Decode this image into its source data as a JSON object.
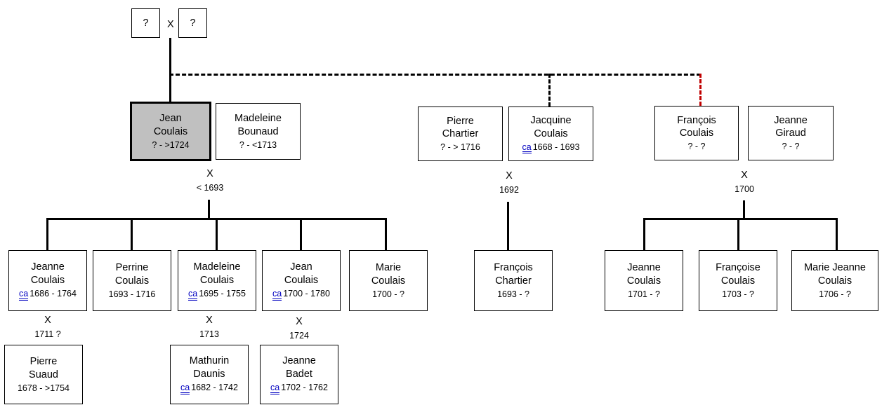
{
  "diagram": {
    "title": "Coulais family genealogy tree",
    "colors": {
      "highlight_fill": "#c0c0c0",
      "line": "#000000",
      "red_link": "#c00000",
      "ca_marker": "#0000c0"
    },
    "unknown_parents": {
      "father_label": "?",
      "union_symbol": "X",
      "mother_label": "?"
    },
    "generation2": {
      "jean": {
        "name_line1": "Jean",
        "name_line2": "Coulais",
        "dates": "? - >1724",
        "highlighted": true
      },
      "madeleine_bounaud": {
        "name_line1": "Madeleine",
        "name_line2": "Bounaud",
        "dates": "? - <1713"
      },
      "jean_marriage": {
        "symbol": "X",
        "year": "< 1693"
      },
      "pierre_chartier": {
        "name_line1": "Pierre",
        "name_line2": "Chartier",
        "dates": "? - > 1716"
      },
      "jacquine": {
        "name_line1": "Jacquine",
        "name_line2": "Coulais",
        "ca": "ca",
        "dates": "1668 - 1693"
      },
      "chartier_marriage": {
        "symbol": "X",
        "year": "1692"
      },
      "francois": {
        "name_line1": "François",
        "name_line2": "Coulais",
        "dates": "? - ?"
      },
      "jeanne_giraud": {
        "name_line1": "Jeanne",
        "name_line2": "Giraud",
        "dates": "? - ?"
      },
      "francois_marriage": {
        "symbol": "X",
        "year": "1700"
      }
    },
    "children_jean": [
      {
        "name_line1": "Jeanne",
        "name_line2": "Coulais",
        "ca": "ca",
        "dates": "1686 - 1764"
      },
      {
        "name_line1": "Perrine",
        "name_line2": "Coulais",
        "ca": "",
        "dates": "1693 - 1716"
      },
      {
        "name_line1": "Madeleine",
        "name_line2": "Coulais",
        "ca": "ca",
        "dates": "1695 - 1755"
      },
      {
        "name_line1": "Jean",
        "name_line2": "Coulais",
        "ca": "ca",
        "dates": "1700 - 1780"
      },
      {
        "name_line1": "Marie",
        "name_line2": "Coulais",
        "ca": "",
        "dates": "1700 - ?"
      }
    ],
    "children_chartier": [
      {
        "name_line1": "François",
        "name_line2": "Chartier",
        "ca": "",
        "dates": "1693 - ?"
      }
    ],
    "children_francois": [
      {
        "name_line1": "Jeanne",
        "name_line2": "Coulais",
        "ca": "",
        "dates": "1701 - ?"
      },
      {
        "name_line1": "Françoise",
        "name_line2": "Coulais",
        "ca": "",
        "dates": "1703 - ?"
      },
      {
        "name_line1": "Marie Jeanne",
        "name_line2": "Coulais",
        "ca": "",
        "dates": "1706 - ?"
      }
    ],
    "spouse_marriages": [
      {
        "symbol": "X",
        "year": "1711 ?"
      },
      {
        "symbol": "X",
        "year": "1713"
      },
      {
        "symbol": "X",
        "year": "1724"
      }
    ],
    "spouses": [
      {
        "name_line1": "Pierre",
        "name_line2": "Suaud",
        "ca": "",
        "dates": "1678 - >1754"
      },
      {
        "name_line1": "Mathurin",
        "name_line2": "Daunis",
        "ca": "ca",
        "dates": "1682 - 1742"
      },
      {
        "name_line1": "Jeanne",
        "name_line2": "Badet",
        "ca": "ca",
        "dates": "1702 - 1762"
      }
    ]
  }
}
